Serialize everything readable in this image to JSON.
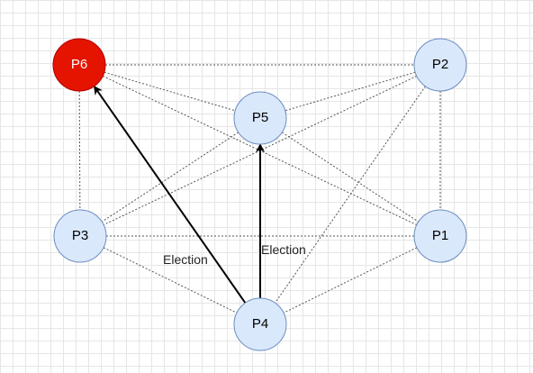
{
  "colors": {
    "node_fill": "#dae8fc",
    "node_stroke": "#6c8ebf",
    "coordinator_fill": "#e51400",
    "coordinator_stroke": "#b20000",
    "edge": "#555555",
    "arrow": "#000000"
  },
  "nodes": [
    {
      "id": "P6",
      "label": "P6",
      "coordinator": true
    },
    {
      "id": "P2",
      "label": "P2",
      "coordinator": false
    },
    {
      "id": "P5",
      "label": "P5",
      "coordinator": false
    },
    {
      "id": "P3",
      "label": "P3",
      "coordinator": false
    },
    {
      "id": "P1",
      "label": "P1",
      "coordinator": false
    },
    {
      "id": "P4",
      "label": "P4",
      "coordinator": false
    }
  ],
  "connections": [
    [
      "P6",
      "P2"
    ],
    [
      "P6",
      "P5"
    ],
    [
      "P6",
      "P3"
    ],
    [
      "P6",
      "P1"
    ],
    [
      "P2",
      "P5"
    ],
    [
      "P2",
      "P3"
    ],
    [
      "P2",
      "P1"
    ],
    [
      "P2",
      "P4"
    ],
    [
      "P5",
      "P3"
    ],
    [
      "P5",
      "P1"
    ],
    [
      "P3",
      "P1"
    ],
    [
      "P3",
      "P4"
    ],
    [
      "P1",
      "P4"
    ]
  ],
  "messages": [
    {
      "from": "P4",
      "to": "P6",
      "label": "Election"
    },
    {
      "from": "P4",
      "to": "P5",
      "label": "Election"
    }
  ]
}
